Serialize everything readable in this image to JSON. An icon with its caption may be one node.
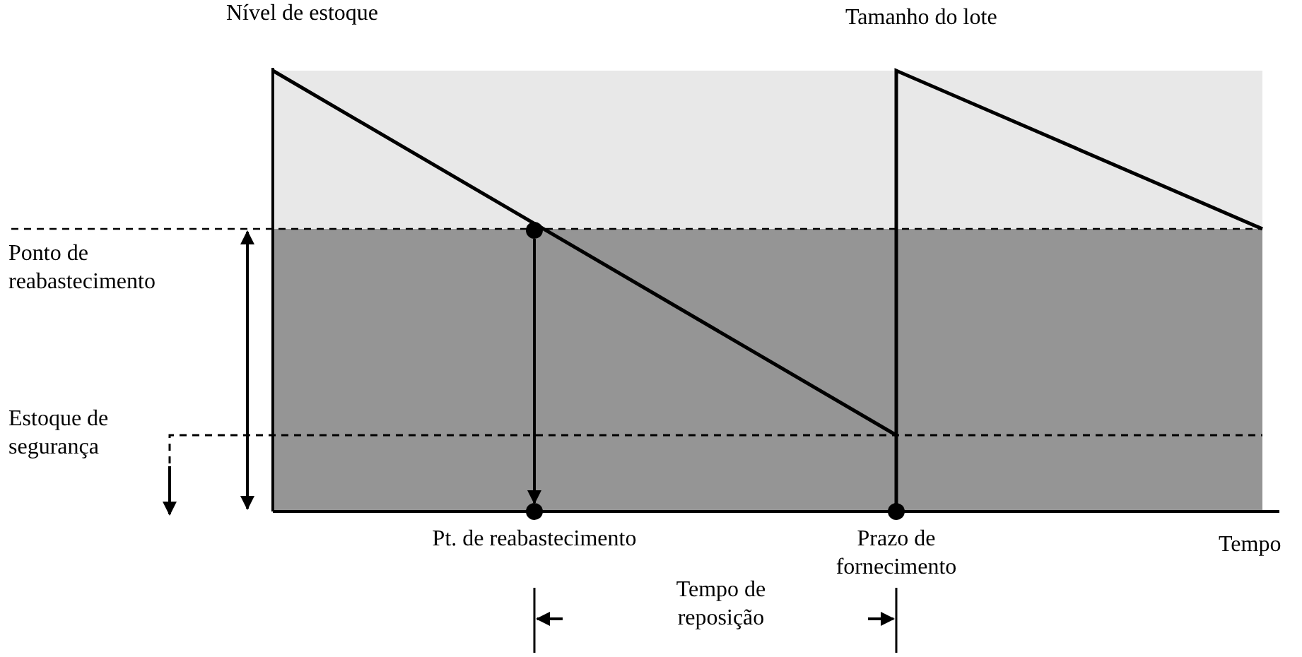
{
  "diagram": {
    "nodes": [
      {
        "text": [],
        "shape": "circle"
      },
      {
        "text": [],
        "shape": "circle",
        "beside": [
          "Pt. de reabastecimento"
        ]
      },
      {
        "text": [],
        "shape": "circle",
        "beside": [
          "Prazo de fornecimento"
        ]
      }
    ],
    "edges": [
      {
        "from": 0,
        "to": 1,
        "arrow": "to"
      }
    ],
    "labels": [
      "Nível de estoque",
      "Tamanho do lote",
      "Ponto de reabastecimento",
      "Estoque de segurança",
      "Tempo",
      "Tempo de reposição"
    ]
  }
}
